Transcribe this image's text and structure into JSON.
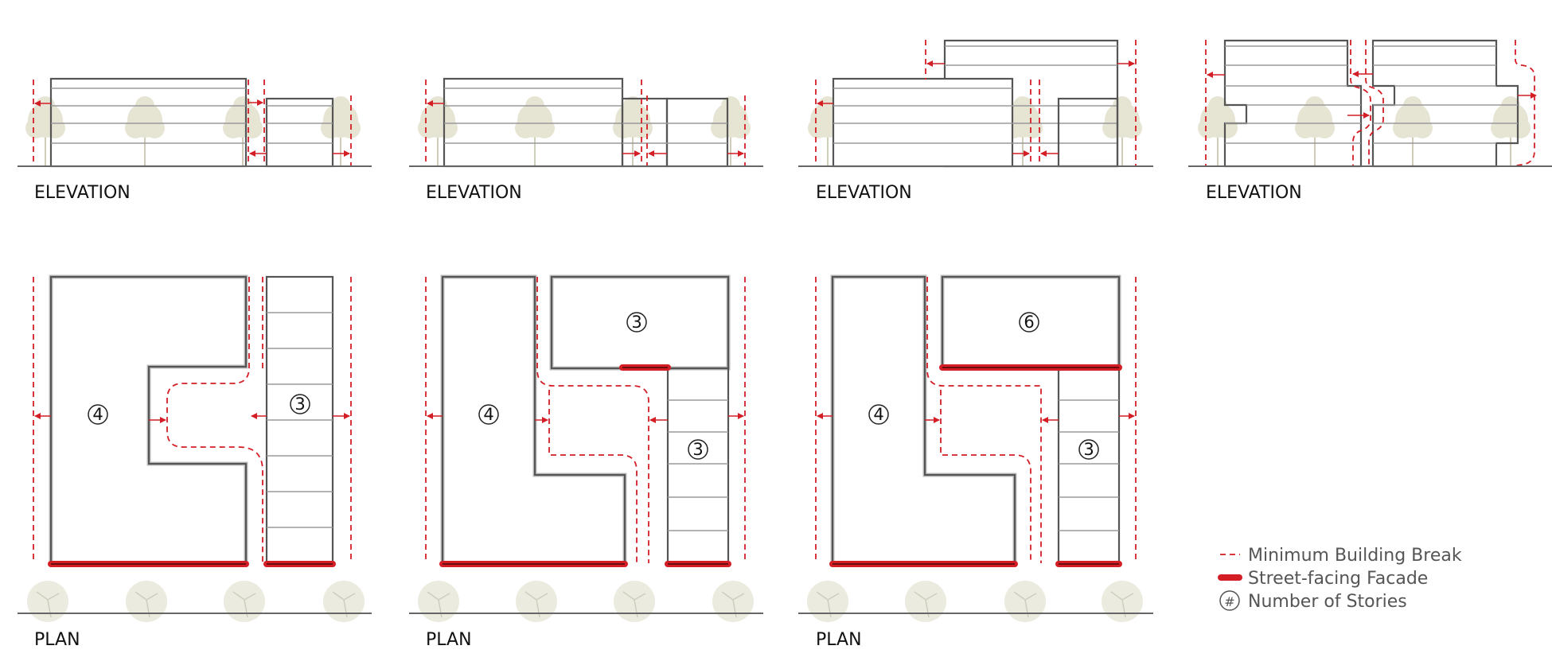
{
  "labels": {
    "elevation": "ELEVATION",
    "plan": "PLAN"
  },
  "stories": {
    "p1_a": "4",
    "p1_b": "3",
    "p2_a": "4",
    "p2_b": "3",
    "p2_c": "3",
    "p3_a": "4",
    "p3_b": "6",
    "p3_c": "3"
  },
  "legend": {
    "break": "Minimum Building Break",
    "facade": "Street-facing Facade",
    "stories_symbol": "#",
    "stories": "Number of Stories"
  },
  "colors": {
    "accent_red": "#d41e26",
    "building_line": "#555555",
    "tree": "#e6e4d2"
  }
}
